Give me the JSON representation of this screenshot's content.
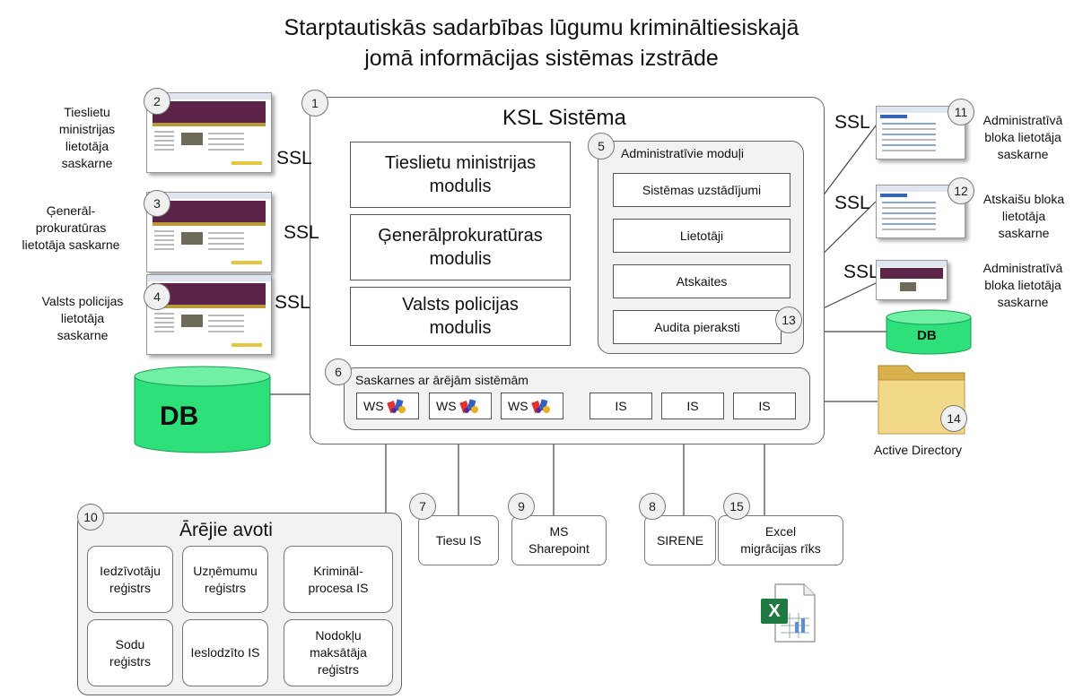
{
  "title": {
    "line1": "Starptautiskās sadarbības lūgumu krimināltiesiskajā",
    "line2": "jomā informācijas sistēmas izstrāde"
  },
  "ksl": {
    "title": "KSL Sistēma",
    "num": "1"
  },
  "modules": [
    {
      "label": "Tieslietu ministrijas\nmodulis"
    },
    {
      "label": "Ģenerālprokuratūras\nmodulis"
    },
    {
      "label": "Valsts policijas\nmodulis"
    }
  ],
  "admin": {
    "num": "5",
    "title": "Administratīvie moduļi",
    "items": [
      "Sistēmas uzstādījumi",
      "Lietotāji",
      "Atskaites",
      "Audita pieraksti"
    ]
  },
  "interfaces": {
    "num": "6",
    "title": "Saskarnes ar ārējām sistēmām",
    "ws": [
      "WS",
      "WS",
      "WS"
    ],
    "is": [
      "IS",
      "IS",
      "IS"
    ]
  },
  "left_ui": [
    {
      "num": "2",
      "caption": "Tieslietu\nministrijas\nlietotāja\nsaskarne"
    },
    {
      "num": "3",
      "caption": "Ģenerāl-\nprokuratūras\nlietotāja saskarne"
    },
    {
      "num": "4",
      "caption": "Valsts policijas\nlietotāja\nsaskarne"
    }
  ],
  "right_ui": [
    {
      "num": "11",
      "caption": "Administratīvā\nbloka lietotāja\nsaskarne"
    },
    {
      "num": "12",
      "caption": "Atskaišu bloka\nlietotāja\nsaskarne"
    },
    {
      "num": "13",
      "caption": "Administratīvā\nbloka lietotāja\nsaskarne"
    }
  ],
  "ssl": "SSL",
  "db_main": "DB",
  "db_small": "DB",
  "active_directory": {
    "num": "14",
    "label": "Active Directory"
  },
  "external_sources": {
    "num": "10",
    "title": "Ārējie avoti",
    "items": [
      "Iedzīvotāju\nreģistrs",
      "Uzņēmumu\nreģistrs",
      "Krimināl-\nprocesa IS",
      "Sodu\nreģistrs",
      "Ieslodzīto IS",
      "Nodokļu\nmaksātāja\nreģistrs"
    ]
  },
  "external_systems": [
    {
      "num": "7",
      "label": "Tiesu IS"
    },
    {
      "num": "9",
      "label": "MS\nSharepoint"
    },
    {
      "num": "8",
      "label": "SIRENE"
    },
    {
      "num": "15",
      "label": "Excel\nmigrācijas rīks"
    }
  ],
  "colors": {
    "db_green": "#2ee07a",
    "db_green_dark": "#16b05a",
    "folder": "#e8c86a",
    "excel": "#1f7a3f"
  }
}
